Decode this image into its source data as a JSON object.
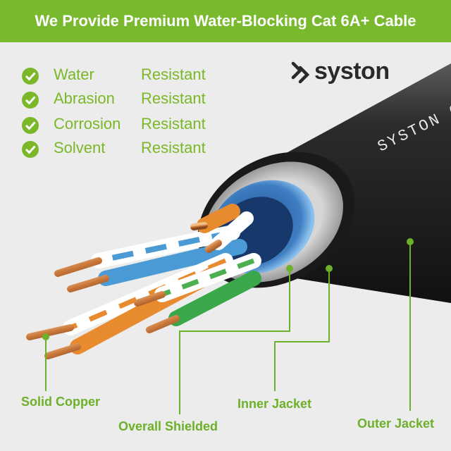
{
  "banner": {
    "title": "We Provide Premium Water-Blocking Cat 6A+ Cable",
    "color": "#78b92e"
  },
  "brand": {
    "name": "syston",
    "jacket_print": "SYSTON C"
  },
  "features": [
    {
      "word": "Water",
      "suffix": "Resistant"
    },
    {
      "word": "Abrasion",
      "suffix": "Resistant"
    },
    {
      "word": "Corrosion",
      "suffix": "Resistant"
    },
    {
      "word": "Solvent",
      "suffix": "Resistant"
    }
  ],
  "callouts": {
    "solid_copper": "Solid Copper",
    "overall_shielded": "Overall Shielded",
    "inner_jacket": "Inner Jacket",
    "outer_jacket": "Outer Jacket"
  },
  "colors": {
    "accent": "#78b92e",
    "label": "#6db02a",
    "check": "#7ab828"
  }
}
